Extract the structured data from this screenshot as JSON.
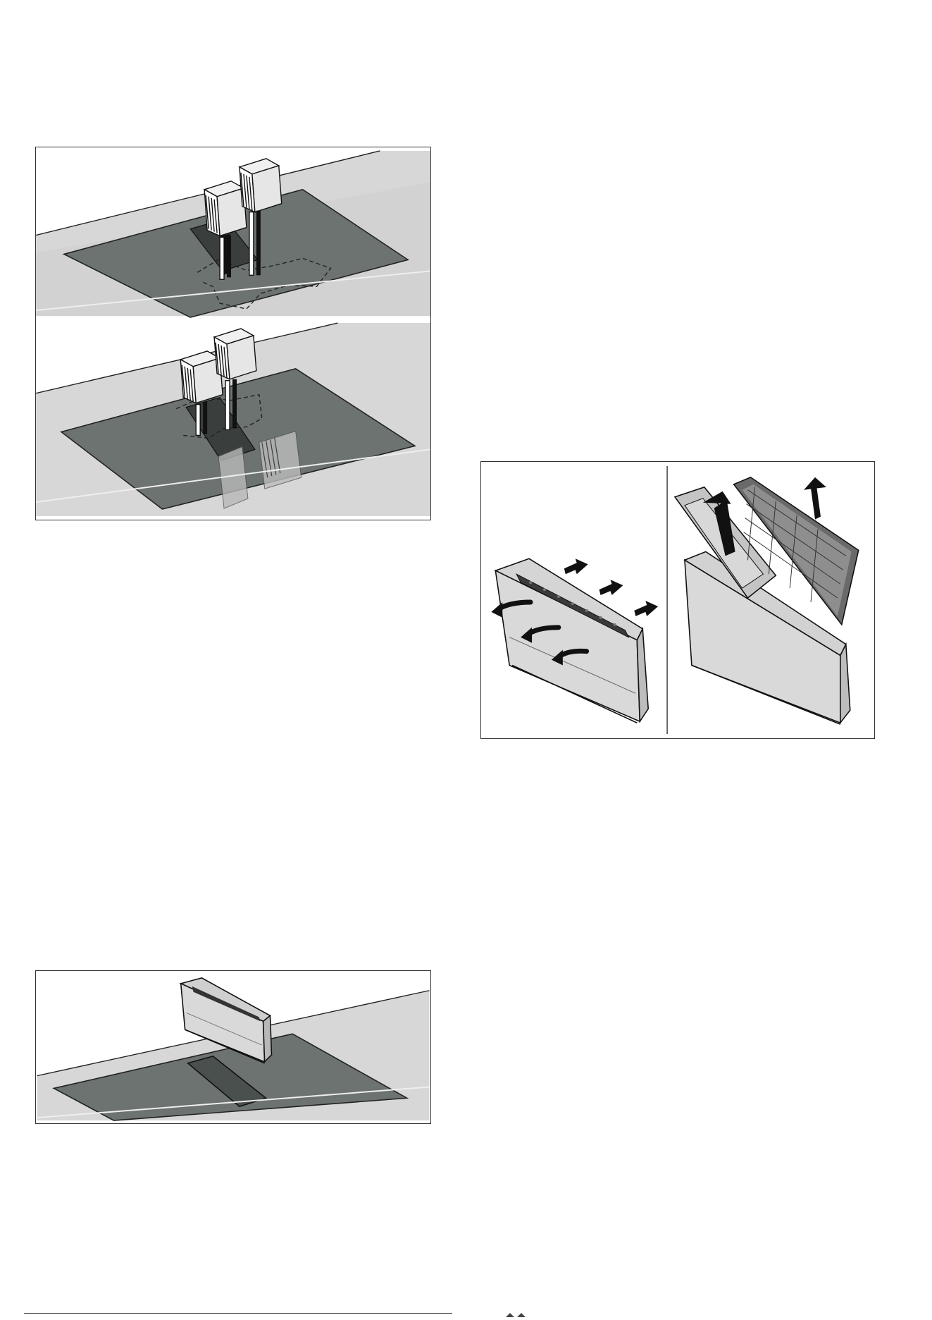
{
  "page": {
    "figures": [
      {
        "id": "figure-filter-insertion",
        "panels": 2
      },
      {
        "id": "figure-filter-disassembly",
        "panels": 2
      },
      {
        "id": "figure-filter-unit-placement",
        "panels": 1
      }
    ]
  },
  "icons": [
    "arrow-icon",
    "carbon-filter-icon",
    "filter-housing-icon",
    "hob-surface-icon"
  ]
}
